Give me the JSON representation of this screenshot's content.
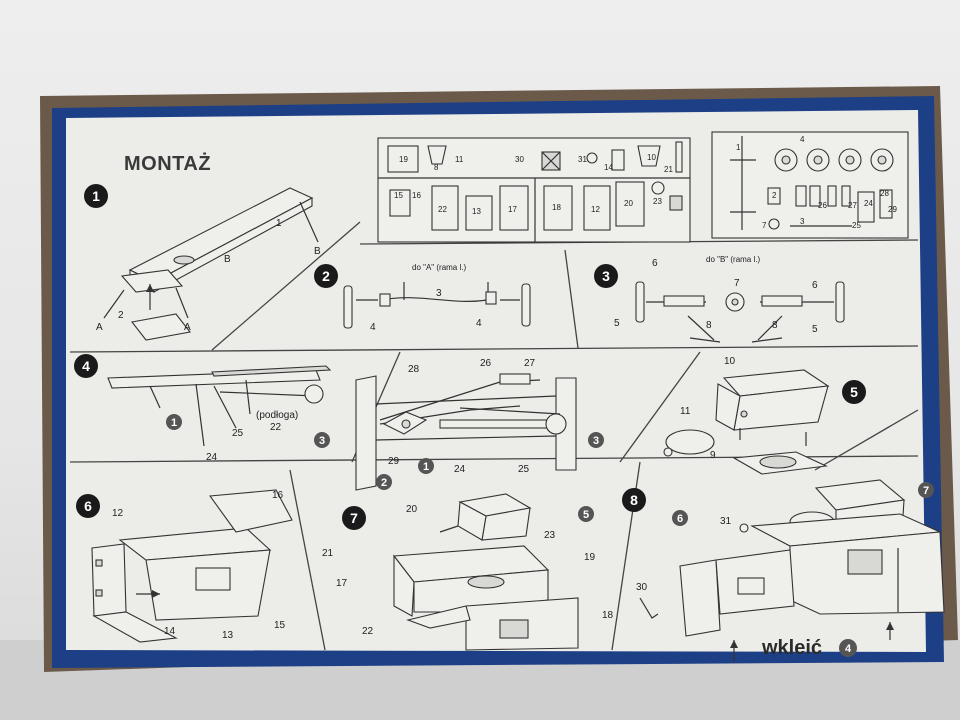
{
  "title": "MONTAŻ",
  "glue_text": "wkleić",
  "glue_badge": "4",
  "step_numbers": [
    "1",
    "2",
    "3",
    "4",
    "5",
    "6",
    "7",
    "8"
  ],
  "callouts": [
    "1",
    "2",
    "3",
    "4",
    "5",
    "6",
    "7"
  ],
  "step1": {
    "labels": [
      "1",
      "2",
      "B",
      "B",
      "A",
      "A"
    ]
  },
  "step2": {
    "note": "do \"A\" (rama l.)",
    "labels": [
      "3",
      "4",
      "4"
    ]
  },
  "step3": {
    "note": "do \"B\" (rama l.)",
    "labels": [
      "6",
      "7",
      "6",
      "5",
      "8",
      "8",
      "5"
    ]
  },
  "step4": {
    "labels": [
      "24",
      "25",
      "(podłoga)",
      "22",
      "28",
      "26",
      "27",
      "29",
      "24",
      "25"
    ]
  },
  "step5": {
    "labels": [
      "10",
      "11",
      "9"
    ]
  },
  "step6": {
    "labels": [
      "12",
      "16",
      "14",
      "13",
      "15"
    ]
  },
  "step7": {
    "labels": [
      "20",
      "21",
      "17",
      "23",
      "19",
      "22",
      "18"
    ]
  },
  "step8": {
    "labels": [
      "31",
      "30"
    ]
  },
  "sprue": {
    "labels": [
      "19",
      "8",
      "11",
      "30",
      "31",
      "10",
      "14",
      "21",
      "15",
      "16",
      "22",
      "13",
      "17",
      "18",
      "12",
      "20",
      "23",
      "4",
      "1",
      "2",
      "3",
      "7",
      "26",
      "27",
      "24",
      "28",
      "29",
      "25"
    ]
  },
  "colors": {
    "box_blue": "#1d3f86",
    "card": "#ecece9",
    "ink": "#333333",
    "step_badge": "#1a1a1a",
    "callout_badge": "#555555"
  }
}
